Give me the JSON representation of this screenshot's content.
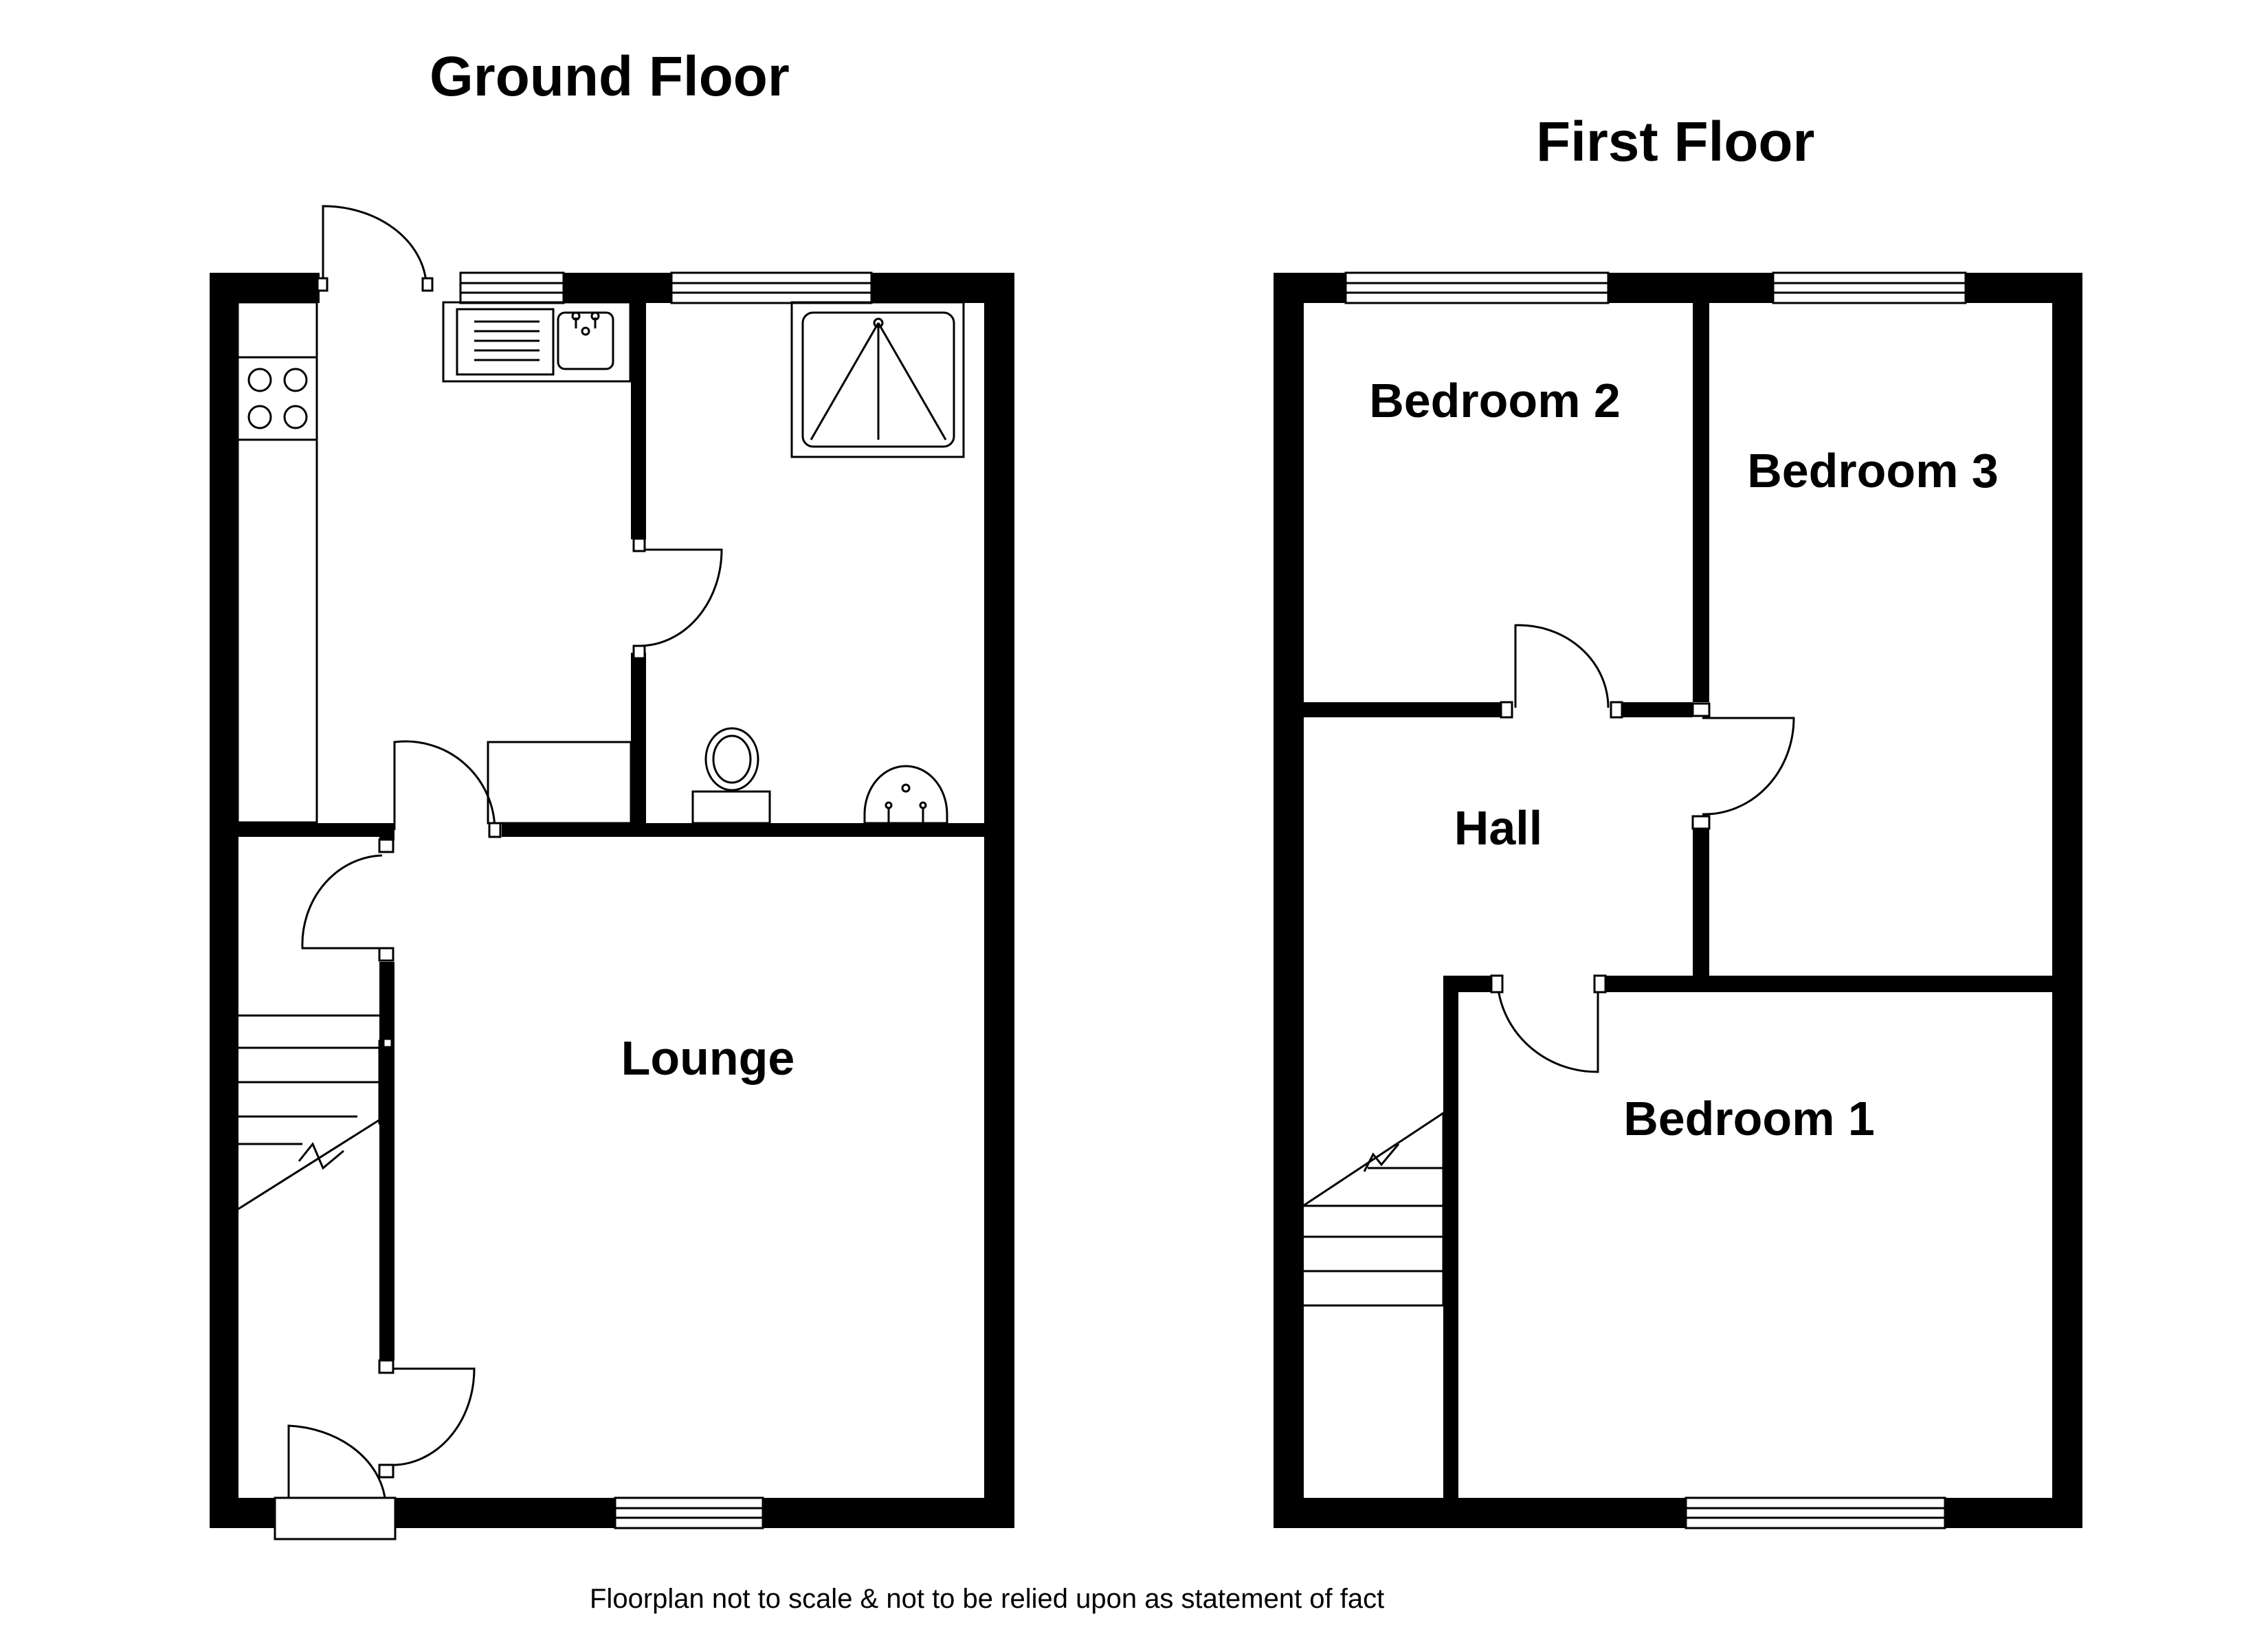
{
  "ground_floor": {
    "title": "Ground Floor",
    "rooms": {
      "lounge": "Lounge"
    }
  },
  "first_floor": {
    "title": "First Floor",
    "rooms": {
      "bedroom_1": "Bedroom 1",
      "bedroom_2": "Bedroom 2",
      "bedroom_3": "Bedroom 3",
      "hall": "Hall"
    }
  },
  "disclaimer": "Floorplan not to scale & not to be relied upon as statement of fact"
}
